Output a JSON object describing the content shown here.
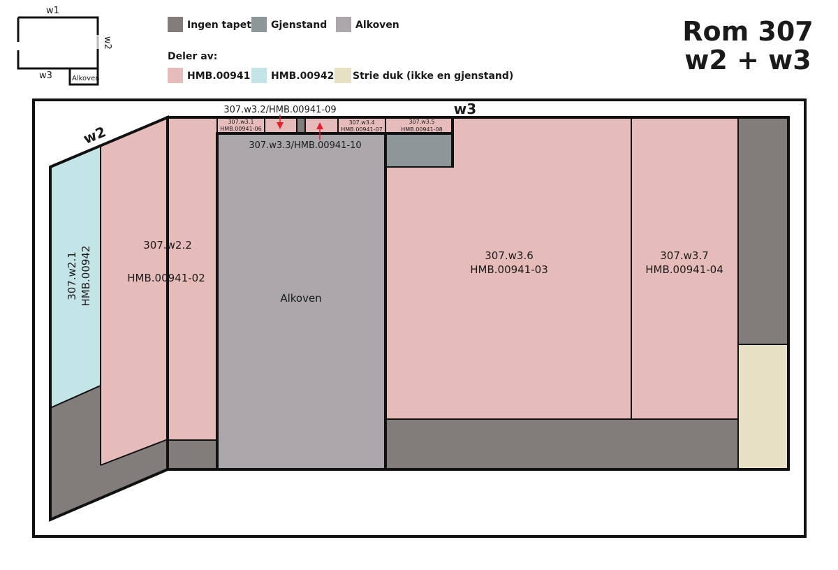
{
  "colors": {
    "ingen_tapet": "#827c7b",
    "gjenstand": "#8d979a",
    "alkoven": "#aca7ab",
    "hmb_00941": "#e6bcbb",
    "hmb_00942": "#c4e5e7",
    "strie_duk": "#e8e0c4",
    "outline": "#111111",
    "arrow": "#e5202e"
  },
  "title": {
    "line1": "Rom 307",
    "line2": "w2 + w3"
  },
  "legend": {
    "items": [
      {
        "label": "Ingen tapet",
        "color": "#827c7b"
      },
      {
        "label": "Gjenstand",
        "color": "#8d979a"
      },
      {
        "label": "Alkoven",
        "color": "#aca7ab"
      }
    ],
    "parts_heading": "Deler av:",
    "parts": [
      {
        "label": "HMB.00941",
        "color": "#e6bcbb"
      },
      {
        "label": "HMB.00942",
        "color": "#c4e5e7"
      },
      {
        "label": "Strie duk (ikke en gjenstand)",
        "color": "#e8e0c4"
      }
    ]
  },
  "keymap": {
    "w1": "w1",
    "w2": "w2",
    "w3": "w3",
    "alkoven": "Alkoven"
  },
  "walls": {
    "w2": "w2",
    "w3": "w3"
  },
  "panels": {
    "w2_1": {
      "id": "307.w2.1",
      "obj": "HMB.00942"
    },
    "w2_2": {
      "id": "307.w2.2",
      "obj": "HMB.00941-02"
    },
    "alkoven": {
      "label": "Alkoven"
    },
    "w3_1": {
      "id": "307.w3.1",
      "obj": "HMB.00941-06"
    },
    "w3_2": {
      "label": "307.w3.2/HMB.00941-09"
    },
    "w3_3": {
      "label": "307.w3.3/HMB.00941-10"
    },
    "w3_4": {
      "id": "307.w3.4",
      "obj": "HMB.00941-07"
    },
    "w3_5": {
      "id": "307.w3.5",
      "obj": "HMB.00941-08"
    },
    "w3_6": {
      "id": "307.w3.6",
      "obj": "HMB.00941-03"
    },
    "w3_7": {
      "id": "307.w3.7",
      "obj": "HMB.00941-04"
    }
  }
}
